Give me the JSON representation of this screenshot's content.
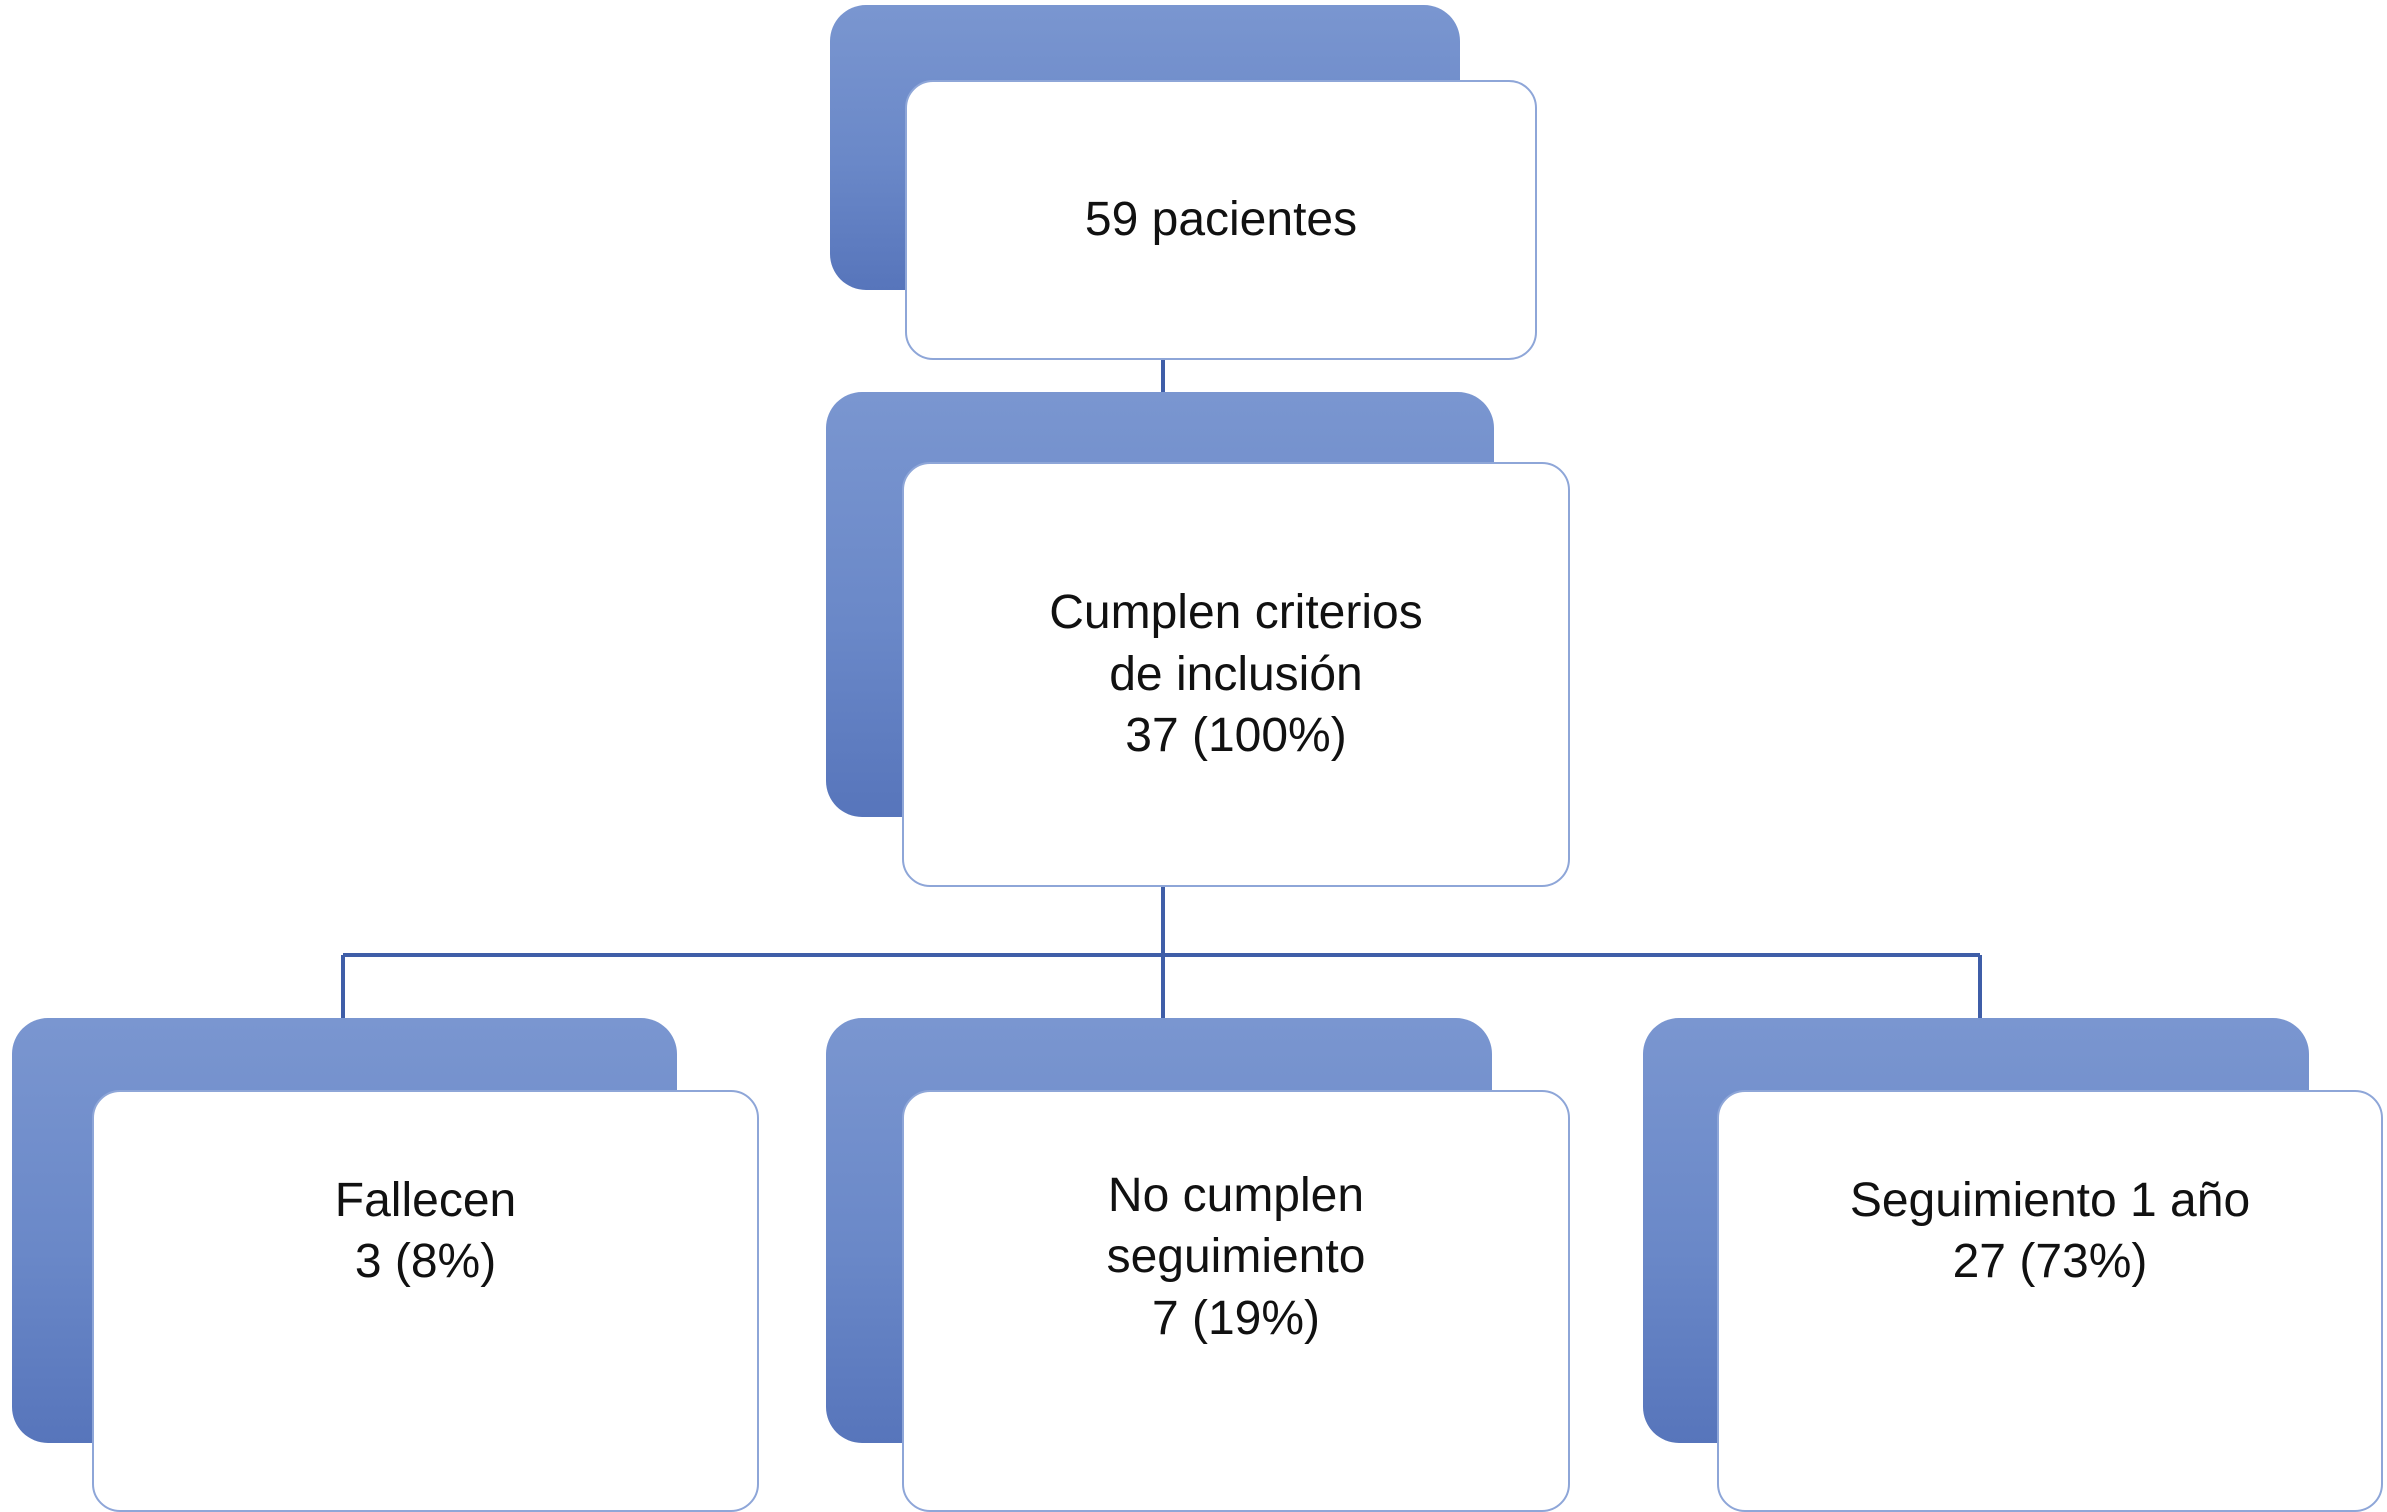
{
  "diagram": {
    "line_color": "#3f5ea8",
    "box_back_color": "#6a88c8",
    "nodes": {
      "root": {
        "label": "59 pacientes"
      },
      "included": {
        "label": "Cumplen criterios\nde inclusión\n37 (100%)"
      },
      "died": {
        "label": "Fallecen\n3 (8%)"
      },
      "no_followup": {
        "label": "No cumplen\nseguimiento\n7 (19%)"
      },
      "followup": {
        "label": "Seguimiento 1 año\n27 (73%)"
      }
    }
  }
}
